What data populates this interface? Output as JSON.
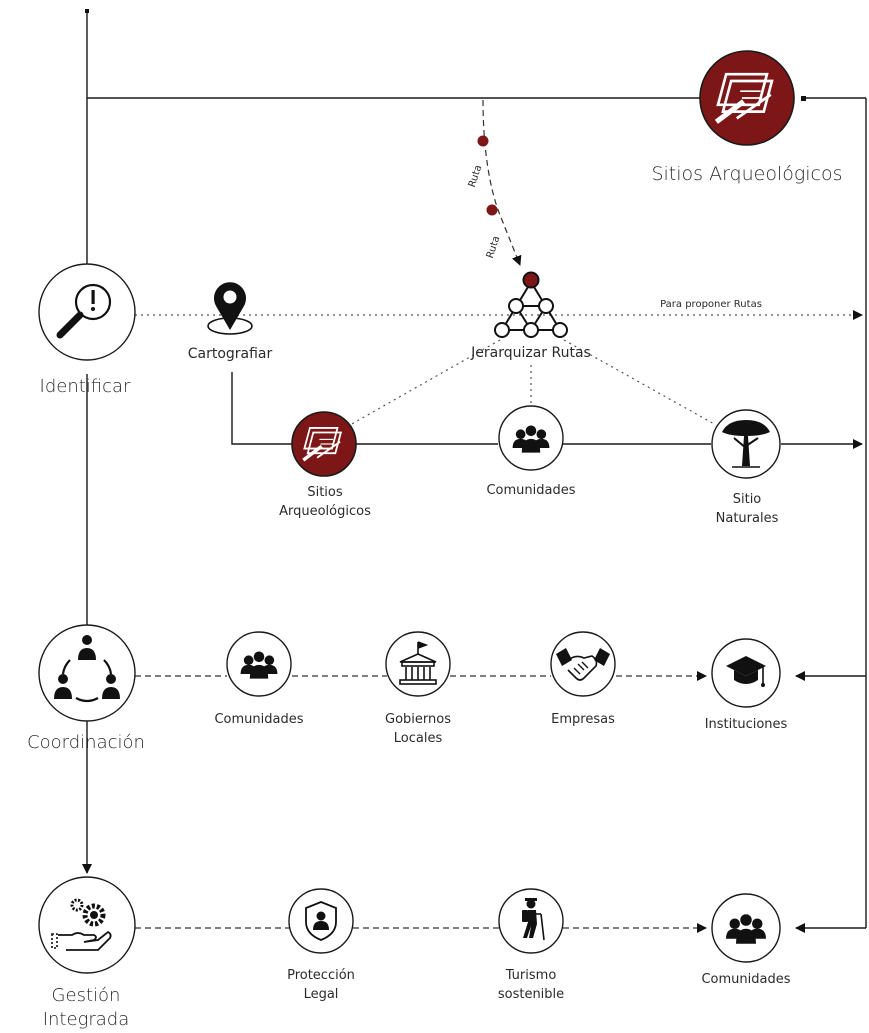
{
  "labels": {
    "sitios_top": "Sitios Arqueológicos",
    "ruta_1": "Ruta",
    "ruta_2": "Ruta",
    "identificar": "Identificar",
    "cartografiar": "Cartografiar",
    "jerarquizar": "Jerarquizar Rutas",
    "para_proponer": "Para proponer Rutas",
    "sitios_mid_1": "Sitios",
    "sitios_mid_2": "Arqueológicos",
    "comunidades_mid": "Comunidades",
    "sitio_naturales_1": "Sitio",
    "sitio_naturales_2": "Naturales",
    "coordinacion": "Coordinación",
    "comunidades_coord": "Comunidades",
    "gobiernos_1": "Gobiernos",
    "gobiernos_2": "Locales",
    "empresas": "Empresas",
    "instituciones": "Instituciones",
    "gestion_1": "Gestión",
    "gestion_2": "Integrada",
    "proteccion_1": "Protección",
    "proteccion_2": "Legal",
    "turismo_1": "Turismo",
    "turismo_2": "sostenible",
    "comunidades_bottom": "Comunidades"
  },
  "icons": {
    "identificar": "magnifier-alert-icon",
    "cartografiar": "map-pin-icon",
    "jerarquizar": "network-triangle-icon",
    "sitios": "archaeology-book-icon",
    "comunidades": "people-group-icon",
    "sitio_naturales": "acacia-tree-icon",
    "coordinacion": "team-cycle-icon",
    "gobiernos": "government-building-icon",
    "empresas": "handshake-icon",
    "instituciones": "graduation-cap-icon",
    "gestion": "gears-hand-icon",
    "proteccion": "shield-person-icon",
    "turismo": "hiker-icon"
  },
  "colors": {
    "accent": "#7d1717",
    "line": "#1a1a1a"
  }
}
